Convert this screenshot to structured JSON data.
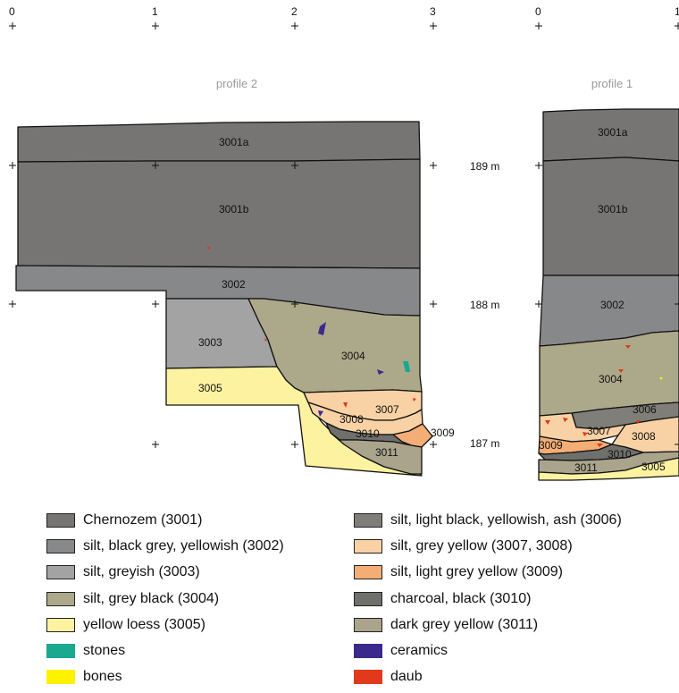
{
  "scale_ticks_profile2": [
    "0",
    "1",
    "2",
    "3"
  ],
  "scale_ticks_profile1": [
    "0",
    "1"
  ],
  "profile2_title": "profile 2",
  "profile1_title": "profile 1",
  "elevation_labels": [
    "189 m",
    "188 m",
    "187 m"
  ],
  "profile2_layers": {
    "l3001a": "3001a",
    "l3001b": "3001b",
    "l3002": "3002",
    "l3003": "3003",
    "l3004": "3004",
    "l3005": "3005",
    "l3007": "3007",
    "l3008": "3008",
    "l3009": "3009",
    "l3010": "3010",
    "l3011": "3011"
  },
  "profile1_layers": {
    "l3001a": "3001a",
    "l3001b": "3001b",
    "l3002": "3002",
    "l3004": "3004",
    "l3006": "3006",
    "l3007": "3007",
    "l3008": "3008",
    "l3009": "3009",
    "l3010": "3010",
    "l3011": "3011",
    "l3005": "3005"
  },
  "legend_left": [
    {
      "label": "Chernozem (3001)",
      "color": "#767573"
    },
    {
      "label": "silt, black grey, yellowish (3002)",
      "color": "#87888a"
    },
    {
      "label": "silt, greyish (3003)",
      "color": "#a3a3a3"
    },
    {
      "label": "silt, grey black (3004)",
      "color": "#aca88a"
    },
    {
      "label": "yellow loess (3005)",
      "color": "#fcf2a0"
    },
    {
      "label": "stones",
      "color": "#1aa890"
    },
    {
      "label": "bones",
      "color": "#fff200"
    }
  ],
  "legend_right": [
    {
      "label": "silt, light black, yellowish, ash (3006)",
      "color": "#7f7e79"
    },
    {
      "label": "silt, grey yellow (3007, 3008)",
      "color": "#f8d2a5"
    },
    {
      "label": "silt, light grey yellow (3009)",
      "color": "#f3ad75"
    },
    {
      "label": "charcoal, black (3010)",
      "color": "#6f6f6c"
    },
    {
      "label": "dark grey yellow (3011)",
      "color": "#a9a48b"
    },
    {
      "label": "ceramics",
      "color": "#3b2a8c"
    },
    {
      "label": "daub",
      "color": "#e0391b"
    }
  ]
}
